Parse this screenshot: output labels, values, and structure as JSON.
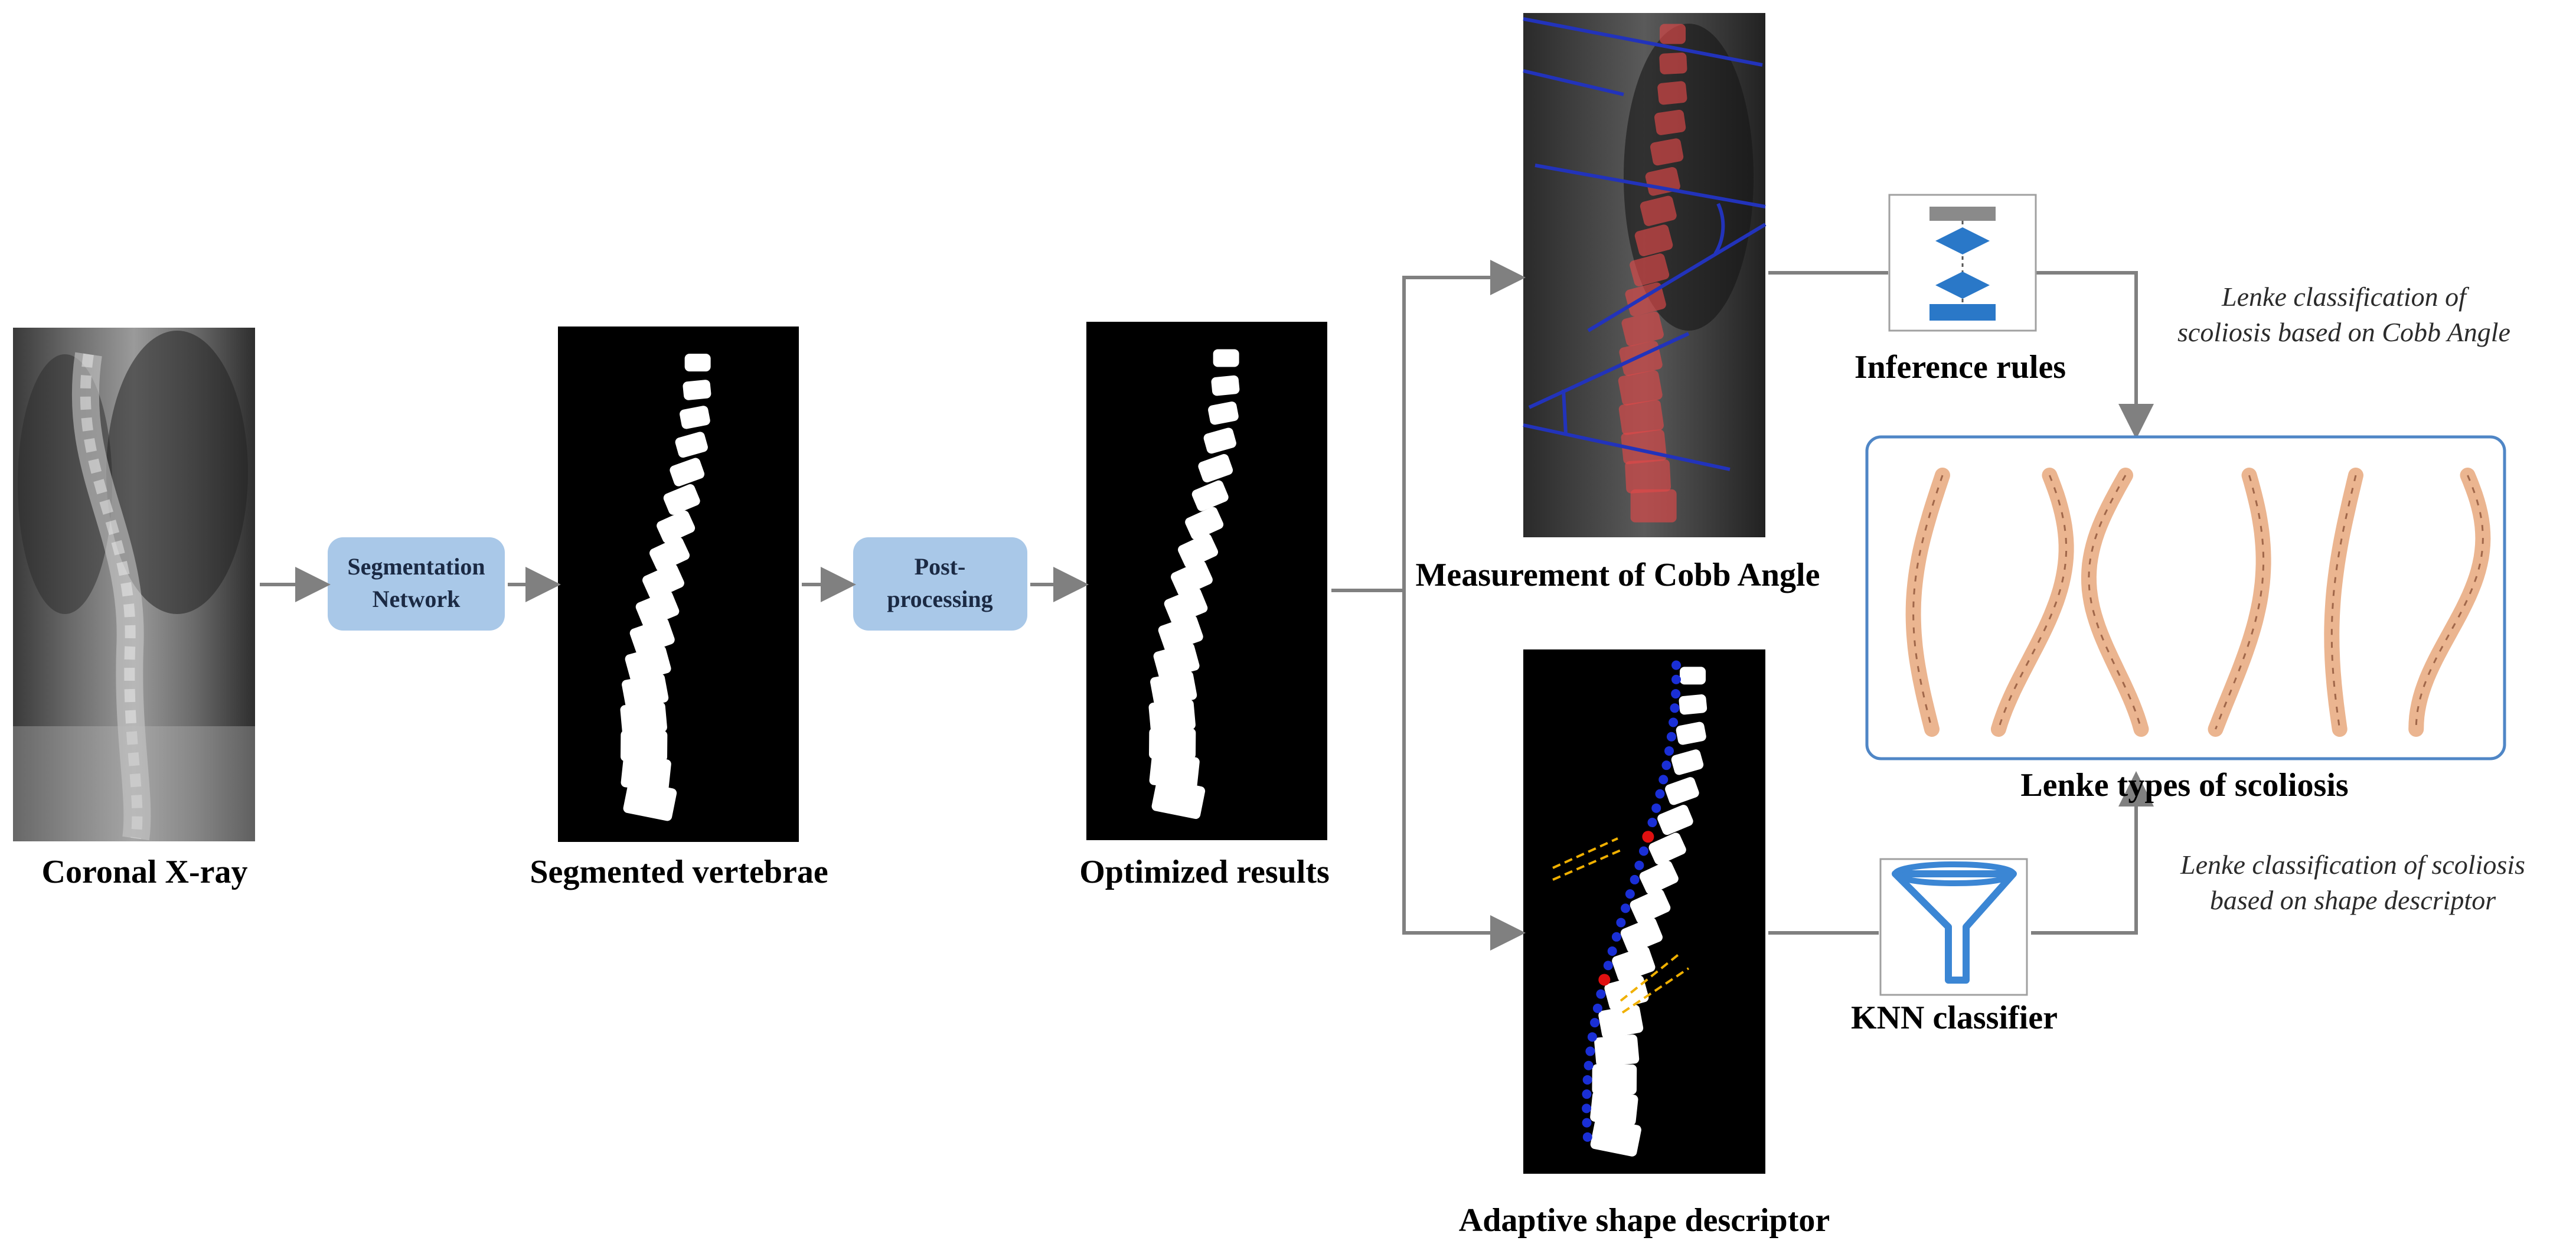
{
  "labels": {
    "coronal_xray": "Coronal X-ray",
    "segmented_vertebrae": "Segmented vertebrae",
    "optimized_results": "Optimized results",
    "measurement_cobb": "Measurement of Cobb Angle",
    "adaptive_shape": "Adaptive shape descriptor",
    "inference_rules": "Inference rules",
    "knn_classifier": "KNN classifier",
    "lenke_types": "Lenke types of scoliosis"
  },
  "process_boxes": {
    "segmentation": [
      "Segmentation",
      "Network"
    ],
    "postprocessing": [
      "Post-",
      "processing"
    ]
  },
  "notes": {
    "cobb": [
      "Lenke classification of",
      "scoliosis based on Cobb Angle"
    ],
    "shape": [
      "Lenke classification of scoliosis",
      "based on shape descriptor"
    ]
  },
  "icons": {
    "inference": "flowchart-icon",
    "knn": "funnel-icon"
  },
  "colors": {
    "process_box": "#a9c8e8",
    "lenke_border": "#4f86c6",
    "vertebra_overlay": "#e04848",
    "cobb_lines": "#2233bb",
    "shape_points": "#1a2fd6",
    "apex_points": "#e01010",
    "lenke_curves": "#e8a87c"
  }
}
